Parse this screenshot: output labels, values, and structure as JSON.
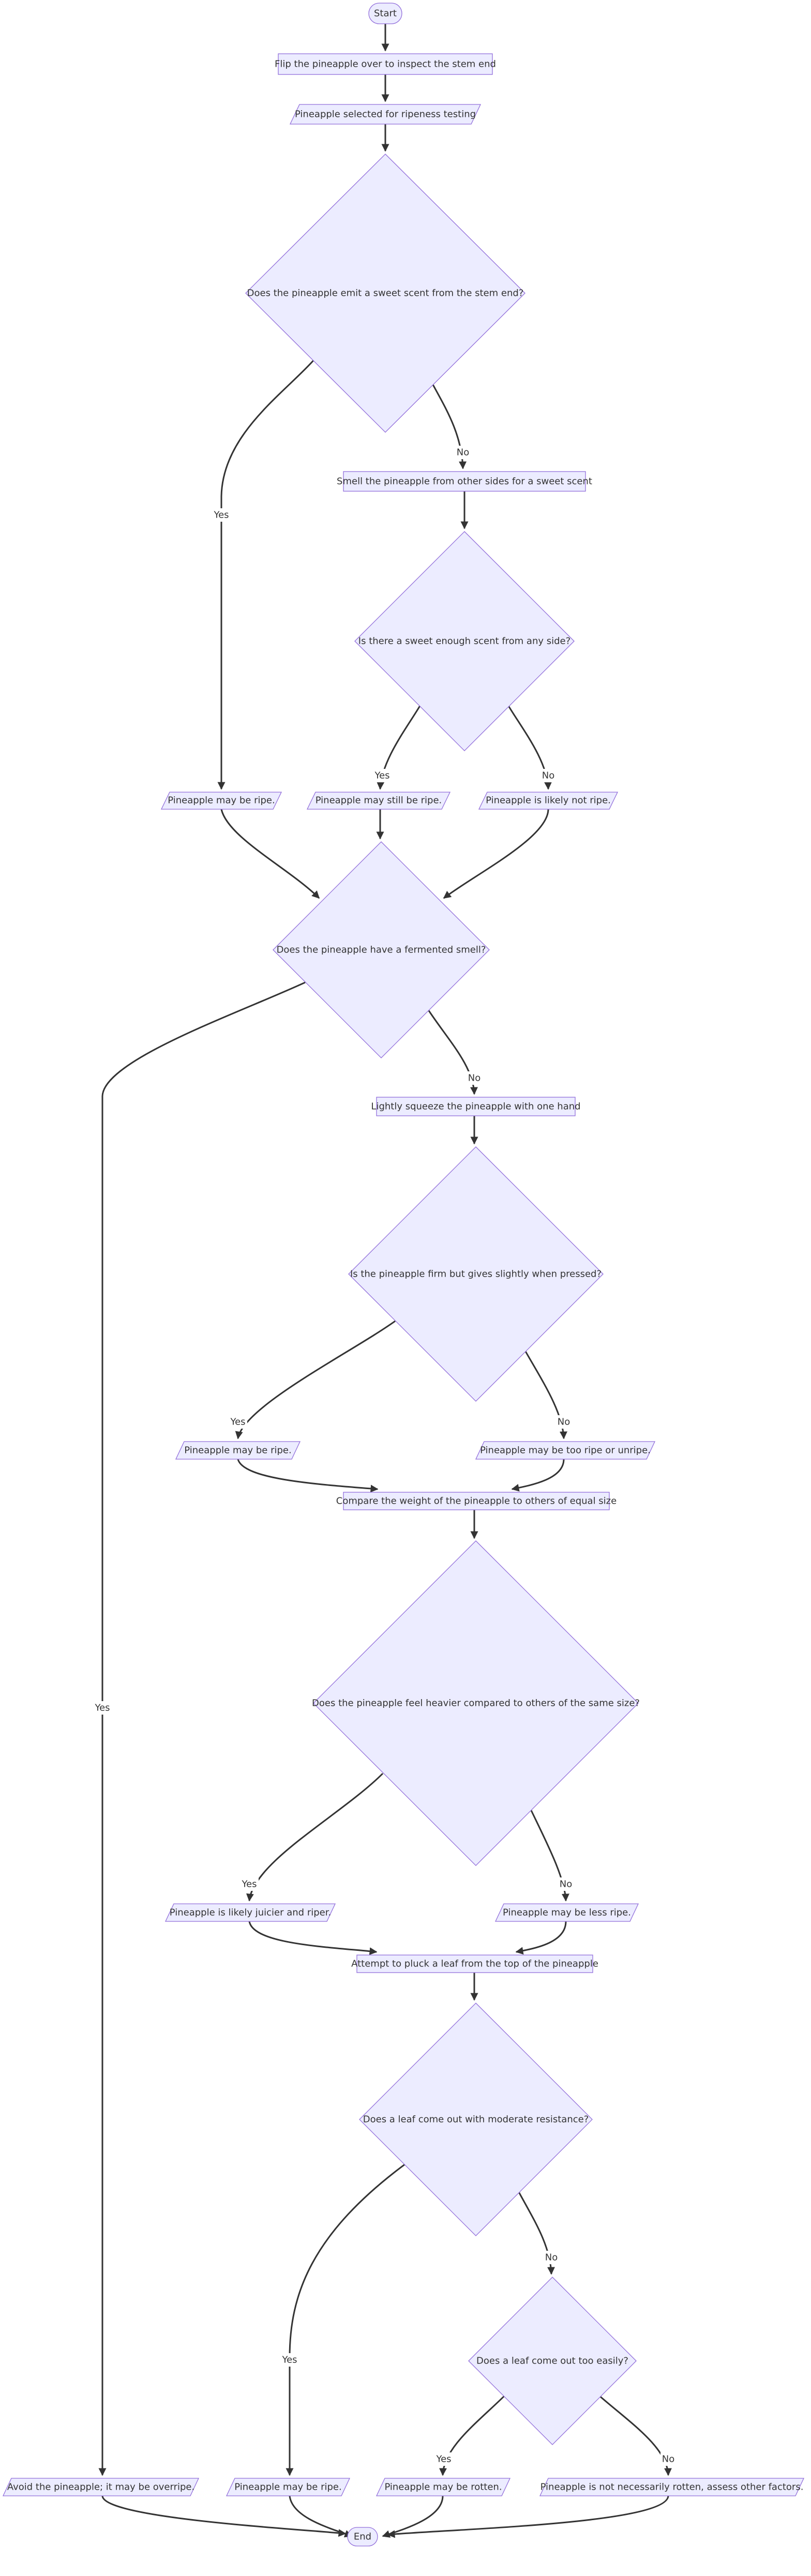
{
  "nodes": {
    "start": {
      "label": "Start"
    },
    "flip": {
      "label": "Flip the pineapple over to inspect the stem end"
    },
    "selected": {
      "label": "Pineapple selected for ripeness testing"
    },
    "q_sweet_stem": {
      "label": "Does the pineapple emit a sweet scent from the stem end?"
    },
    "smell_sides": {
      "label": "Smell the pineapple from other sides for a sweet scent"
    },
    "q_sweet_side": {
      "label": "Is there a sweet enough scent from any side?"
    },
    "ripe_1": {
      "label": "Pineapple may be ripe."
    },
    "still_ripe": {
      "label": "Pineapple may still be ripe."
    },
    "not_ripe": {
      "label": "Pineapple is likely not ripe."
    },
    "q_fermented": {
      "label": "Does the pineapple have a fermented smell?"
    },
    "squeeze": {
      "label": "Lightly squeeze the pineapple with one hand"
    },
    "q_firm": {
      "label": "Is the pineapple firm but gives slightly when pressed?"
    },
    "ripe_2": {
      "label": "Pineapple may be ripe."
    },
    "too_ripe": {
      "label": "Pineapple may be too ripe or unripe."
    },
    "compare_weight": {
      "label": "Compare the weight of the pineapple to others of equal size"
    },
    "q_heavier": {
      "label": "Does the pineapple feel heavier compared to others of the same size?"
    },
    "juicier": {
      "label": "Pineapple is likely juicier and riper."
    },
    "less_ripe": {
      "label": "Pineapple may be less ripe."
    },
    "pluck_leaf": {
      "label": "Attempt to pluck a leaf from the top of the pineapple"
    },
    "q_leaf_moderate": {
      "label": "Does a leaf come out with moderate resistance?"
    },
    "q_leaf_easy": {
      "label": "Does a leaf come out too easily?"
    },
    "avoid": {
      "label": "Avoid the pineapple; it may be overripe."
    },
    "ripe_3": {
      "label": "Pineapple may be ripe."
    },
    "rotten": {
      "label": "Pineapple may be rotten."
    },
    "not_rotten": {
      "label": "Pineapple is not necessarily rotten, assess other factors."
    },
    "end": {
      "label": "End"
    }
  },
  "edge_labels": {
    "sweet_stem_yes": "Yes",
    "sweet_stem_no": "No",
    "sweet_side_yes": "Yes",
    "sweet_side_no": "No",
    "fermented_yes": "Yes",
    "fermented_no": "No",
    "firm_yes": "Yes",
    "firm_no": "No",
    "heavier_yes": "Yes",
    "heavier_no": "No",
    "leaf_moderate_yes": "Yes",
    "leaf_moderate_no": "No",
    "leaf_easy_yes": "Yes",
    "leaf_easy_no": "No"
  },
  "colors": {
    "node_fill": "#ECECFF",
    "node_stroke": "#9370DB",
    "edge": "#333333",
    "text": "#333333"
  }
}
